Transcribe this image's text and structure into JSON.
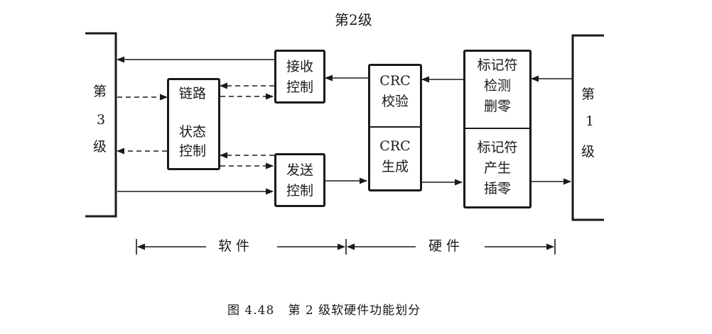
{
  "title": "第2级",
  "caption": "图 4.48   第 2 级软硬件功能划分",
  "left_side": {
    "lines": [
      "第",
      "3",
      "级"
    ]
  },
  "right_side": {
    "lines": [
      "第",
      "1",
      "级"
    ]
  },
  "blocks": {
    "link_state": {
      "line1": "链路",
      "line2": "状态",
      "line3": "控制"
    },
    "receive_control": {
      "line1": "接收",
      "line2": "控制"
    },
    "send_control": {
      "line1": "发送",
      "line2": "控制"
    },
    "crc_check": {
      "line1": "CRC",
      "line2": "校验"
    },
    "crc_gen": {
      "line1": "CRC",
      "line2": "生成"
    },
    "marker_detect": {
      "line1": "标记符",
      "line2": "检测",
      "line3": "删零"
    },
    "marker_gen": {
      "line1": "标记符",
      "line2": "产生",
      "line3": "插零"
    }
  },
  "scope": {
    "software": "软 件",
    "hardware": "硬 件"
  }
}
